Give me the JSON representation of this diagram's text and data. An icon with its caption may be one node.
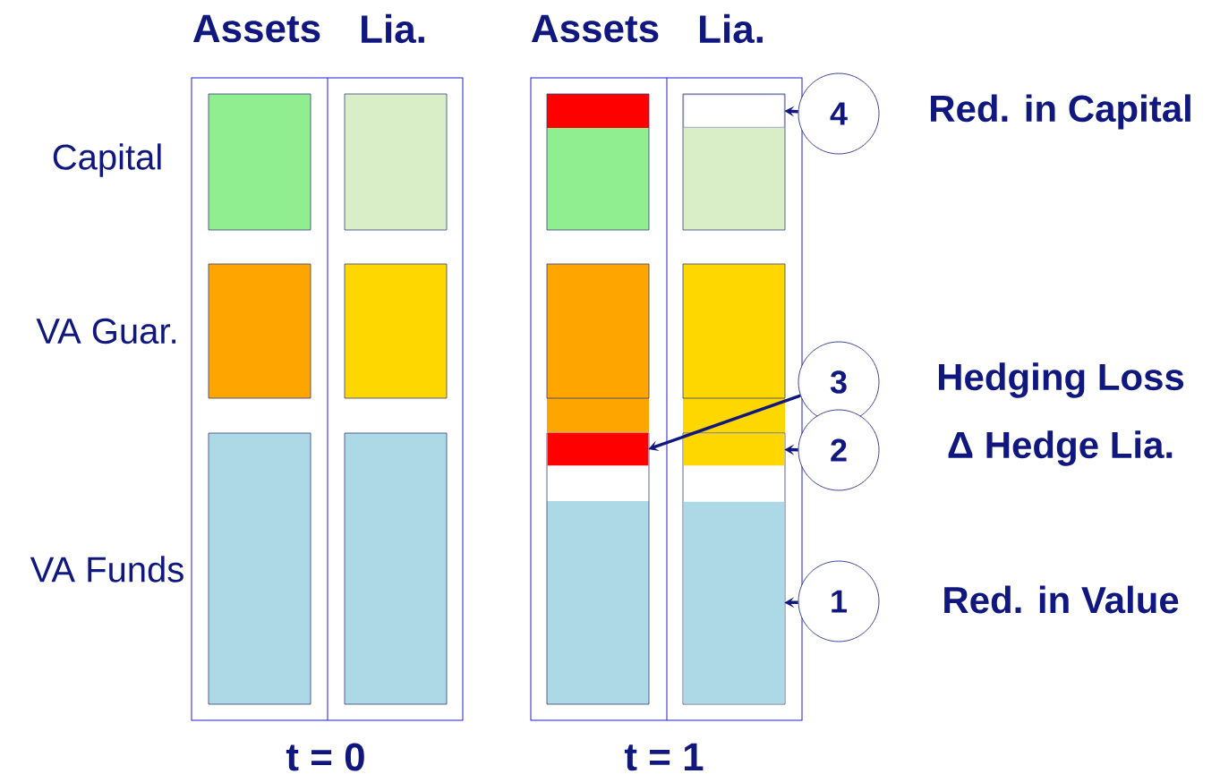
{
  "diagram": {
    "nodes": [
      {
        "text": [
          "4"
        ],
        "beside": [
          "Red. in Capital"
        ]
      },
      {
        "text": [],
        "shape": "box"
      },
      {
        "text": [
          "3"
        ],
        "beside": [
          "Hedging Loss"
        ]
      },
      {
        "text": [],
        "shape": "box"
      },
      {
        "text": [
          "2"
        ],
        "beside": [
          "Δ Hedge Lia."
        ]
      },
      {
        "text": [],
        "shape": "box"
      },
      {
        "text": [
          "1"
        ],
        "beside": [
          "Red. in Value"
        ]
      },
      {
        "text": [],
        "shape": "box"
      }
    ],
    "edges": [
      {
        "from": 0,
        "to": 1,
        "arrow": "to"
      },
      {
        "from": 2,
        "to": 3,
        "arrow": "to"
      },
      {
        "from": 4,
        "to": 5,
        "arrow": "to"
      },
      {
        "from": 6,
        "to": 7,
        "arrow": "to"
      }
    ],
    "labels": [
      "Assets",
      "Lia.",
      "Assets",
      "Lia.",
      "Capital",
      "VA Guar.",
      "VA Funds",
      "t = 0",
      "t = 1"
    ]
  }
}
